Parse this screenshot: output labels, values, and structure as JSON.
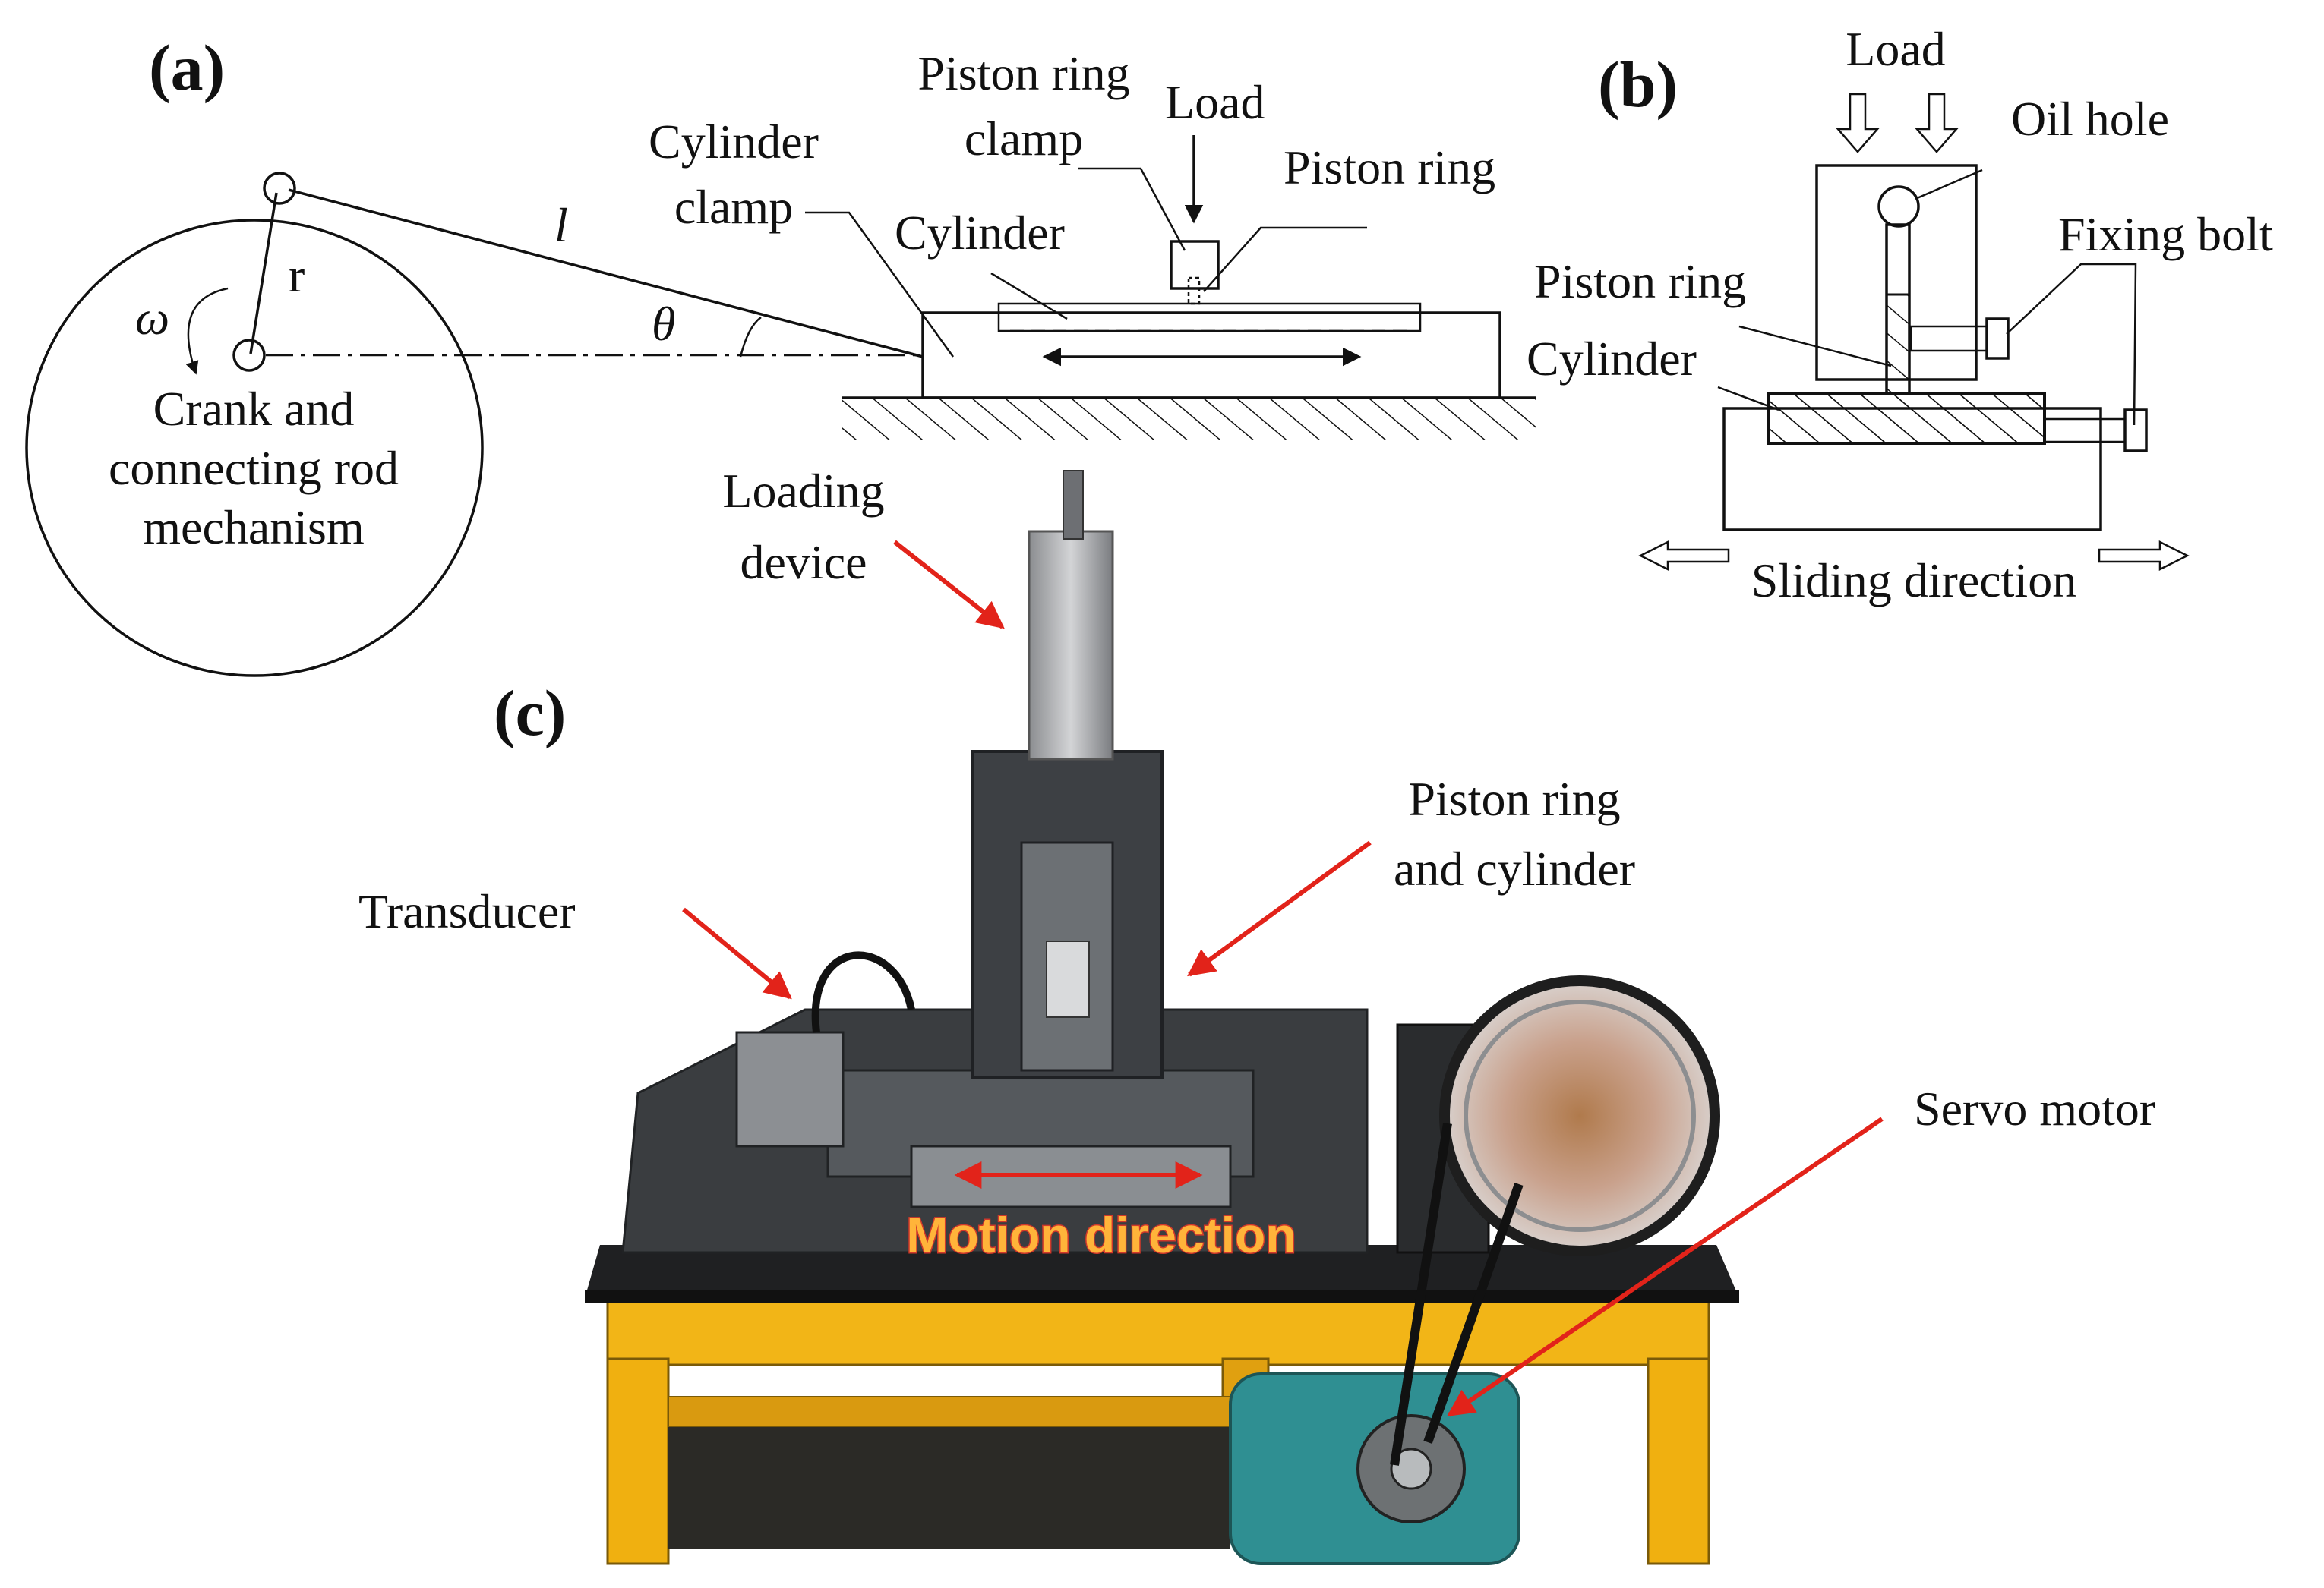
{
  "panels": {
    "a": "(a)",
    "b": "(b)",
    "c": "(c)"
  },
  "panel_a": {
    "piston_ring_clamp_line1": "Piston ring",
    "piston_ring_clamp_line2": "clamp",
    "load": "Load",
    "cylinder_clamp_line1": "Cylinder",
    "cylinder_clamp_line2": "clamp",
    "piston_ring": "Piston ring",
    "cylinder": "Cylinder",
    "length_symbol": "l",
    "radius_symbol": "r",
    "omega_symbol": "ω",
    "theta_symbol": "θ",
    "crank_line1": "Crank and",
    "crank_line2": "connecting rod",
    "crank_line3": "mechanism"
  },
  "panel_b": {
    "load": "Load",
    "oil_hole": "Oil hole",
    "fixing_bolt": "Fixing bolt",
    "piston_ring": "Piston ring",
    "cylinder": "Cylinder",
    "sliding_direction": "Sliding direction"
  },
  "panel_c": {
    "loading_device_line1": "Loading",
    "loading_device_line2": "device",
    "piston_ring_cyl_line1": "Piston ring",
    "piston_ring_cyl_line2": "and cylinder",
    "transducer": "Transducer",
    "servo_motor": "Servo motor",
    "motion_direction": "Motion direction"
  },
  "colors": {
    "arrow_red": "#e2231a",
    "frame_yellow": "#f2b517",
    "motor_teal": "#2f8f92",
    "machine_dark": "#3a3d40"
  }
}
